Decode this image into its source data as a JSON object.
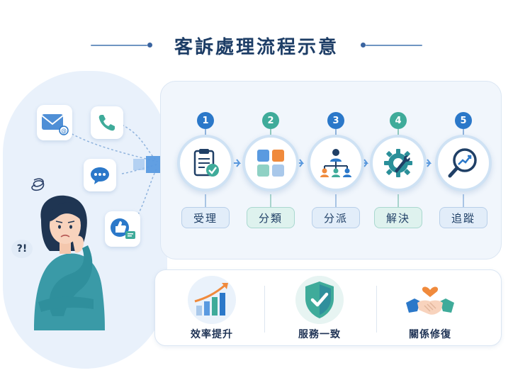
{
  "title": "客訴處理流程示意",
  "steps": [
    {
      "num": "1",
      "label": "受理",
      "icon": "clipboard-check-icon",
      "tone": "blue"
    },
    {
      "num": "2",
      "label": "分類",
      "icon": "category-grid-icon",
      "tone": "teal"
    },
    {
      "num": "3",
      "label": "分派",
      "icon": "org-chart-icon",
      "tone": "blue"
    },
    {
      "num": "4",
      "label": "解決",
      "icon": "gear-wrench-icon",
      "tone": "teal"
    },
    {
      "num": "5",
      "label": "追蹤",
      "icon": "magnifier-trend-icon",
      "tone": "blue"
    }
  ],
  "benefits": [
    {
      "label": "效率提升",
      "icon": "bar-growth-icon"
    },
    {
      "label": "服務一致",
      "icon": "shield-check-icon"
    },
    {
      "label": "關係修復",
      "icon": "handshake-heart-icon"
    }
  ],
  "channels": [
    "email-icon",
    "phone-icon",
    "chat-bubble-icon",
    "thumbs-up-message-icon"
  ],
  "confusion_marks": {
    "text": "?!"
  },
  "colors": {
    "title": "#1d3d66",
    "blue": "#2b78c9",
    "teal": "#3fab9a",
    "panel": "#f1f6fc"
  }
}
